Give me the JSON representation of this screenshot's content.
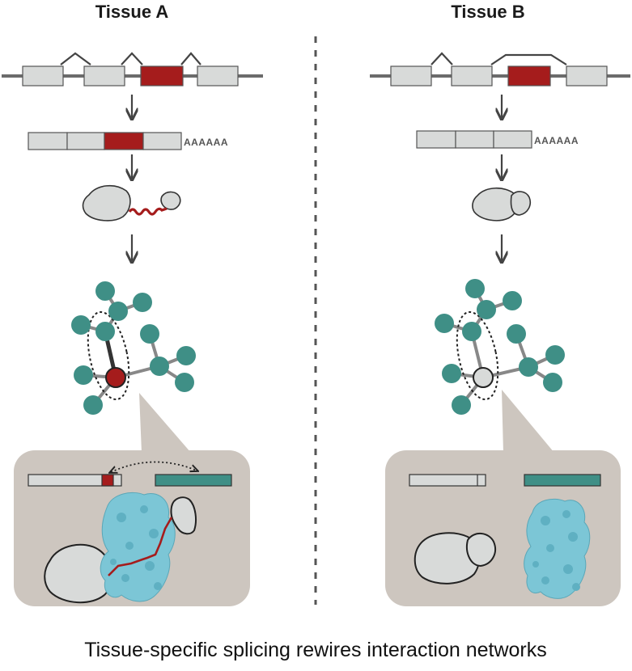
{
  "tissue_a": {
    "title": "Tissue A",
    "mrna_tail": "AAAAAA"
  },
  "tissue_b": {
    "title": "Tissue B",
    "mrna_tail": "AAAAAA"
  },
  "caption": "Tissue-specific splicing rewires interaction networks",
  "colors": {
    "alternative_exon": "#a51c1c",
    "constitutive_exon": "#d8dad9",
    "interactor_node": "#3f8f86",
    "interactor_protein_surface": "#7cc6d6",
    "zoom_panel": "#cdc6bf",
    "divider": "#555555"
  },
  "icons": {
    "arrow": "down-arrow-icon",
    "node": "circle-node-icon"
  }
}
